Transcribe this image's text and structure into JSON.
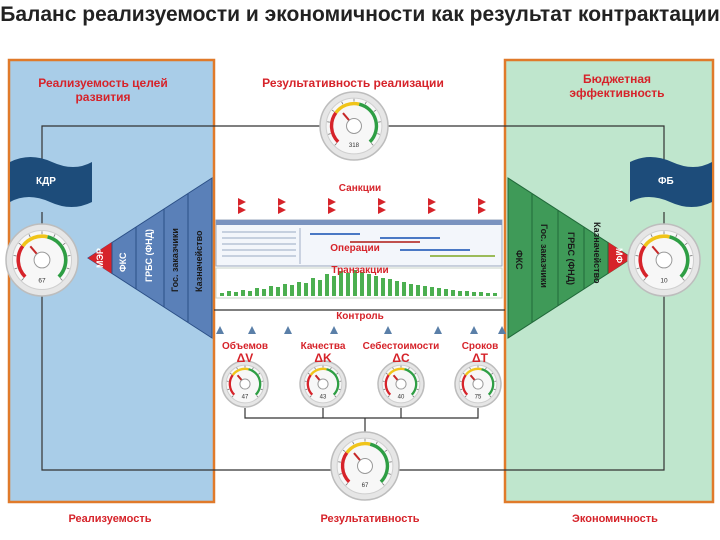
{
  "title": "Баланс реализуемости и экономичности как результат контрактации",
  "left_panel": {
    "heading": "Реализуемость целей развития",
    "flag": "КДР",
    "triangle_labels": [
      "МЭР",
      "ФКС",
      "ГРБС (ФНД)",
      "Гос. заказчики",
      "Казначейство"
    ],
    "gauge_value": "67"
  },
  "right_panel": {
    "heading": "Бюджетная эффективность",
    "flag": "ФБ",
    "triangle_labels": [
      "МФ",
      "Казначейство",
      "ГРБС (ФНД)",
      "Гос. заказчики",
      "ФКС"
    ],
    "gauge_value": "10"
  },
  "center": {
    "top_heading": "Результативность реализации",
    "top_gauge_value": "318",
    "sanctions": "Санкции",
    "operations": "Операции",
    "transactions": "Транзакции",
    "control": "Контроль",
    "deviations": [
      {
        "label": "Объемов",
        "delta": "ΔV",
        "value": "47"
      },
      {
        "label": "Качества",
        "delta": "ΔK",
        "value": "43"
      },
      {
        "label": "Себестоимости",
        "delta": "ΔC",
        "value": "40"
      },
      {
        "label": "Сроков",
        "delta": "ΔT",
        "value": "75"
      }
    ],
    "bottom_gauge_value": "67"
  },
  "bottom_labels": {
    "left": "Реализуемость",
    "center": "Результативность",
    "right": "Экономичность"
  },
  "colors": {
    "left_panel": "#a9cde8",
    "right_panel": "#bfe6cd",
    "triangle_blue": "#5a80b8",
    "triangle_green": "#3f9a58",
    "accent_red": "#d6232a",
    "control_blue": "#5a7fa8"
  }
}
